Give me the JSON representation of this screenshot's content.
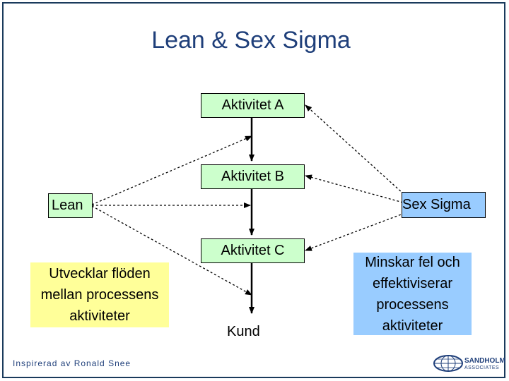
{
  "title": "Lean & Sex Sigma",
  "activities": {
    "a": "Aktivitet A",
    "b": "Aktivitet B",
    "c": "Aktivitet C",
    "customer": "Kund"
  },
  "lean": {
    "label": "Lean",
    "description_lines": [
      "Utvecklar flöden",
      "mellan processens",
      "aktiviteter"
    ]
  },
  "sixsigma": {
    "label": "Sex Sigma",
    "description_lines": [
      "Minskar fel och",
      "effektiviserar",
      "processens",
      "aktiviteter"
    ]
  },
  "credit": "Inspirerad av Ronald Snee",
  "logo": {
    "name": "SANDHOLM",
    "sub": "ASSOCIATES",
    "icon": "globe-icon"
  },
  "colors": {
    "title": "#1f3f7a",
    "activity_box": "#ccffcc",
    "lean_box": "#ffff99",
    "sigma_box": "#99ccff",
    "frame": "#1a3a5c"
  }
}
